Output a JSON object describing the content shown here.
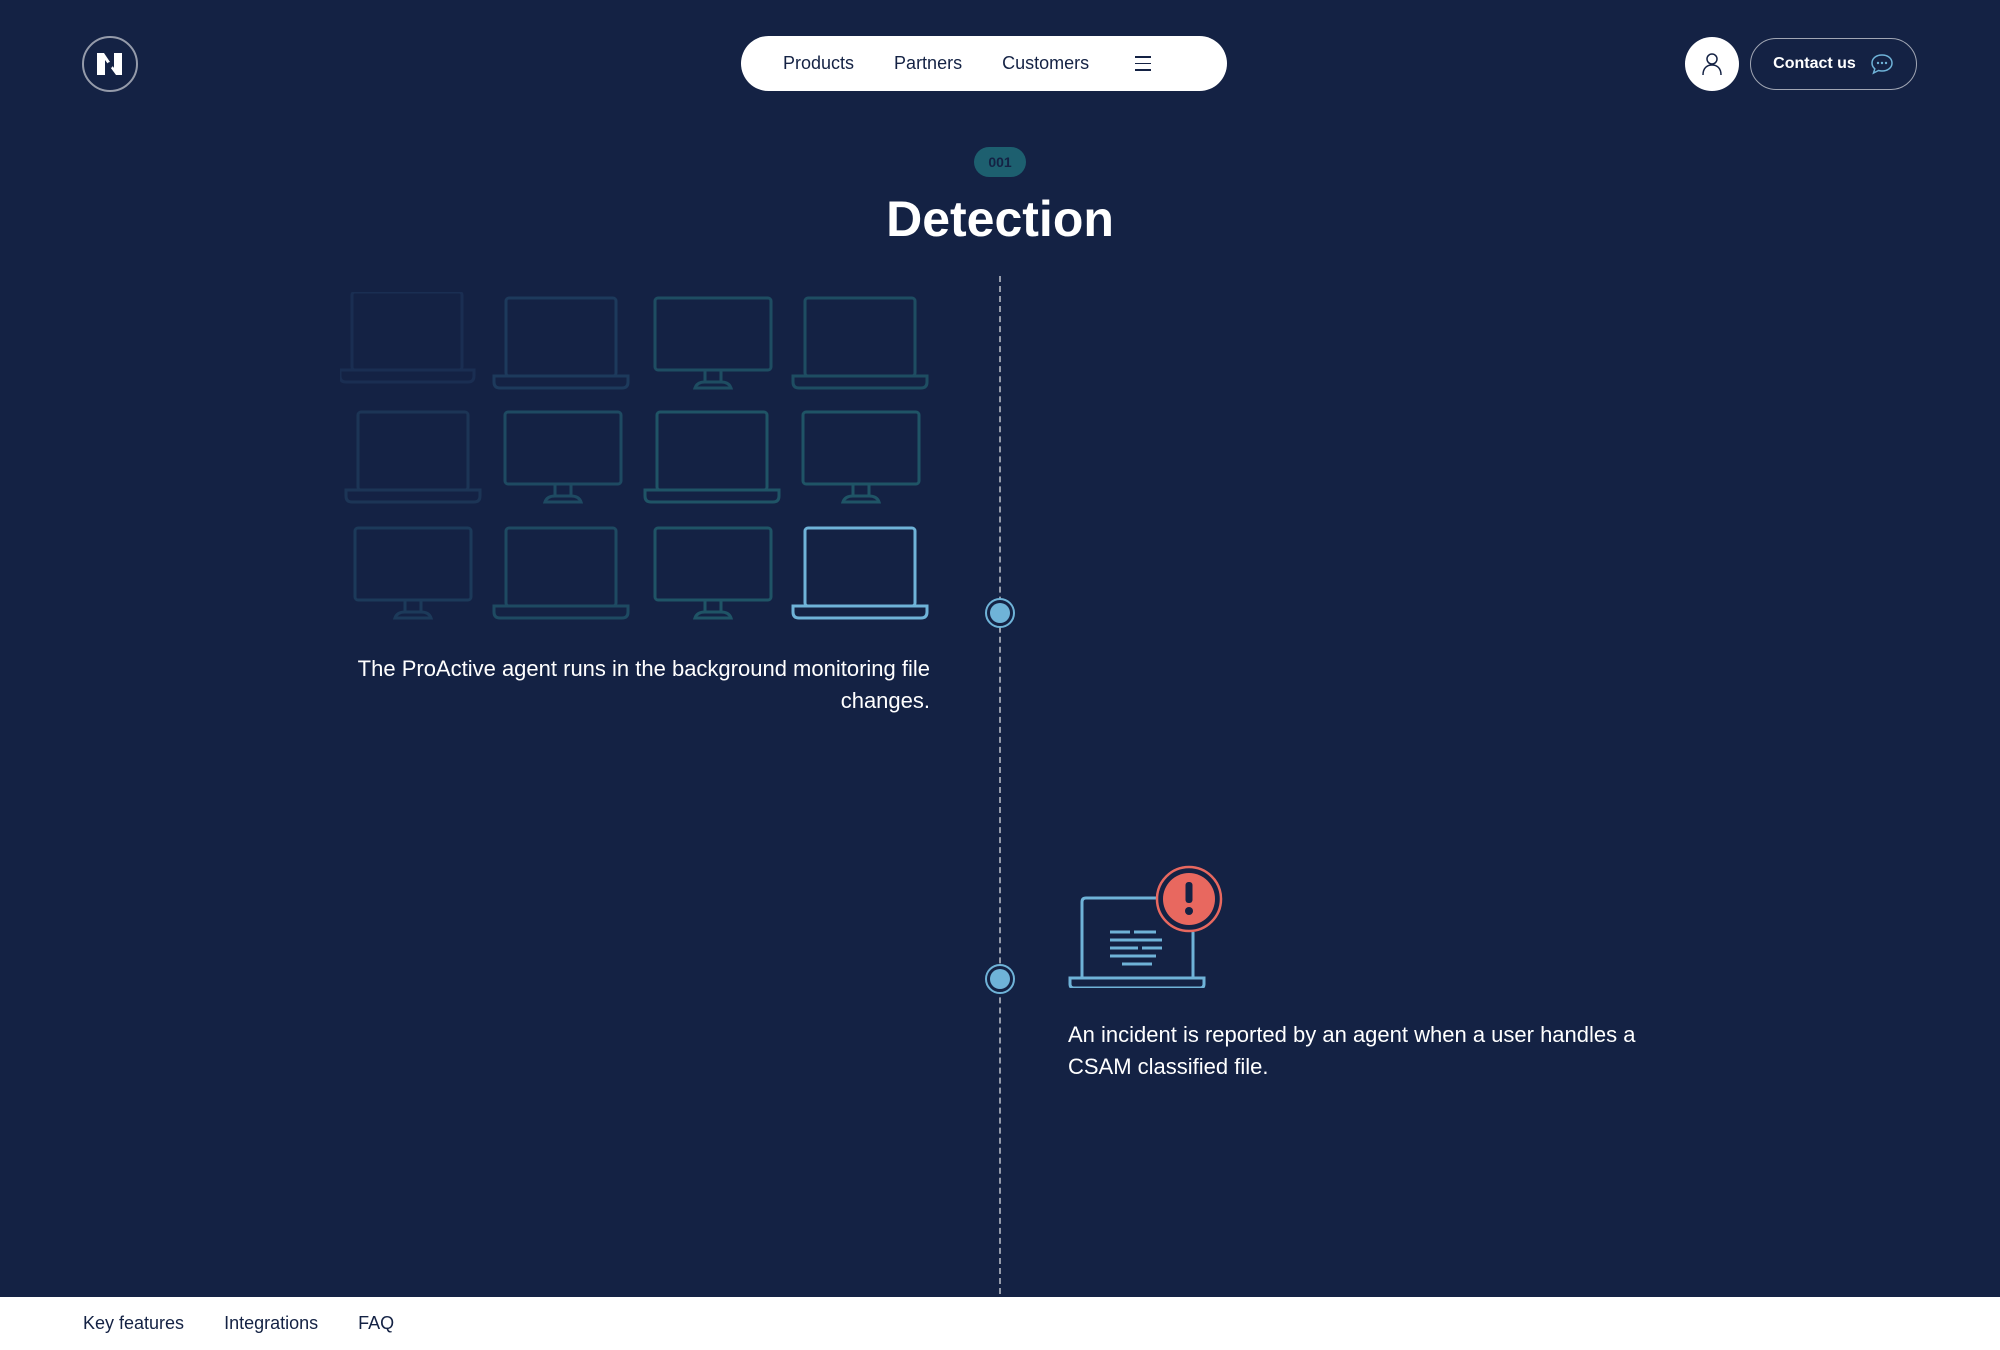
{
  "header": {
    "logo_icon": "brand-logo-icon",
    "nav": [
      {
        "label": "Products"
      },
      {
        "label": "Partners"
      },
      {
        "label": "Customers"
      }
    ],
    "menu_icon": "hamburger-menu-icon",
    "user_icon": "user-icon",
    "contact_label": "Contact us",
    "contact_icon": "chat-bubble-icon"
  },
  "section": {
    "badge": "001",
    "title": "Detection"
  },
  "steps": [
    {
      "text": "The ProActive agent runs in the background monitoring file changes.",
      "illustration": "device-grid"
    },
    {
      "text": "An incident is reported by an agent when a user handles a CSAM classified file.",
      "illustration": "laptop-alert-icon"
    }
  ],
  "colors": {
    "background": "#142244",
    "accent": "#6fb3d8",
    "teal": "#1d5f6f",
    "alert": "#e8685f"
  },
  "bottom_nav": [
    {
      "label": "Key features"
    },
    {
      "label": "Integrations"
    },
    {
      "label": "FAQ"
    }
  ]
}
